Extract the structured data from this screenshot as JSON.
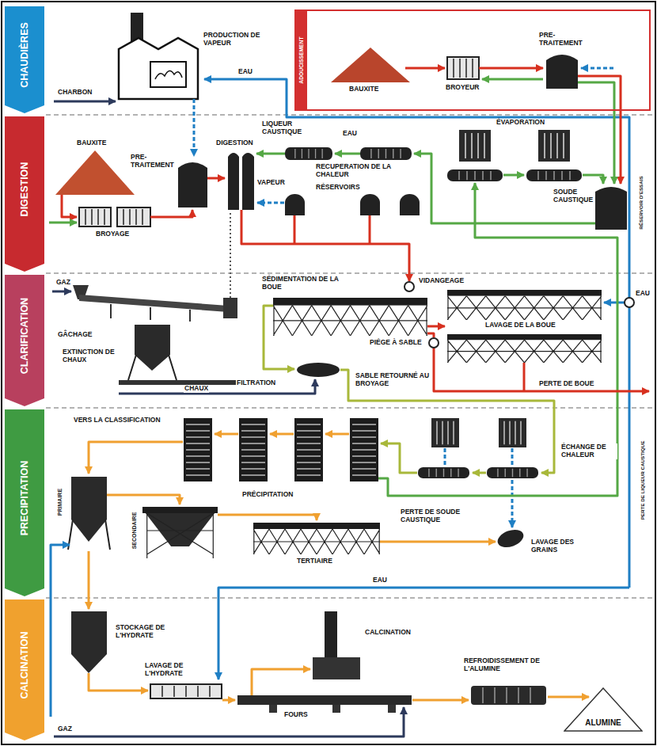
{
  "diagram": {
    "nodes": [
      {
        "text": [
          "CHAUDIÈRES"
        ]
      },
      {
        "text": [
          "ADOUCISSEMENT"
        ]
      },
      {
        "text": [
          "DIGESTION"
        ]
      },
      {
        "text": [
          "CLARIFICATION"
        ]
      },
      {
        "text": [
          "PRECIPITATION"
        ]
      },
      {
        "text": [
          "CALCINATION"
        ]
      },
      {
        "text": [
          "ALUMINE"
        ]
      }
    ],
    "labels": [
      "PRODUCTION DE VAPEUR",
      "CHARBON",
      "EAU",
      "BAUXITE",
      "BROYEUR",
      "PRE-TRAITEMENT",
      "ÉVAPORATION",
      "LIQUEUR CAUSTIQUE",
      "EAU",
      "BAUXITE",
      "DIGESTION",
      "RECUPERATION DE LA CHALEUR",
      "VAPEUR",
      "RÉSERVOIRS",
      "BROYAGE",
      "PRE-TRAITEMENT",
      "SOUDE CAUSTIQUE",
      "RÉSERVOIR D'ESSAIS",
      "GAZ",
      "SÉDIMENTATION DE LA BOUE",
      "VIDANGEAGE",
      "GÂCHAGE",
      "LAVAGE DE LA BOUE",
      "EAU",
      "EXTINCTION DE CHAUX",
      "PIÉGE À SABLE",
      "FILTRATION",
      "SABLE RETOURNÉ AU BROYAGE",
      "PERTE DE BOUE",
      "CHAUX",
      "VERS LA CLASSIFICATION",
      "ÉCHANGE DE CHALEUR",
      "PRÉCIPITATION",
      "PRIMAIRE",
      "SECONDAIRE",
      "PERTE DE SOUDE CAUSTIQUE",
      "LAVAGE DES GRAINS",
      "TERTIAIRE",
      "PERTE DE LIQUEUR CAUSTIQUE",
      "EAU",
      "STOCKAGE DE L'HYDRATE",
      "CALCINATION",
      "LAVAGE DE L'HYDRATE",
      "REFROIDISSEMENT DE L'ALUMINE",
      "FOURS",
      "GAZ"
    ]
  }
}
